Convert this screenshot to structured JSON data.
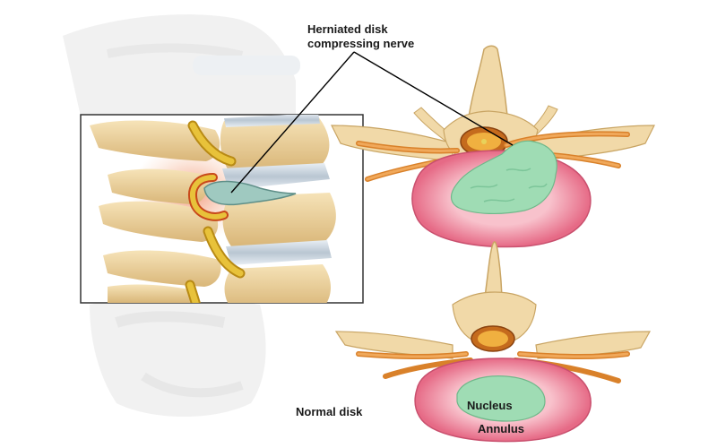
{
  "labels": {
    "herniated_line1": "Herniated disk",
    "herniated_line2": "compressing nerve",
    "normal_disk": "Normal disk",
    "nucleus": "Nucleus",
    "annulus": "Annulus"
  },
  "colors": {
    "bone": "#f1d9a8",
    "bone_shadow": "#d9b678",
    "nerve": "#e89a3c",
    "nerve_yellow": "#e8c23a",
    "annulus": "#f08aa0",
    "annulus_light": "#f8c2cc",
    "nucleus": "#9fdcb4",
    "ghost_spine": "#ebebeb",
    "inflammation": "#f4a28a",
    "line": "#000000"
  }
}
